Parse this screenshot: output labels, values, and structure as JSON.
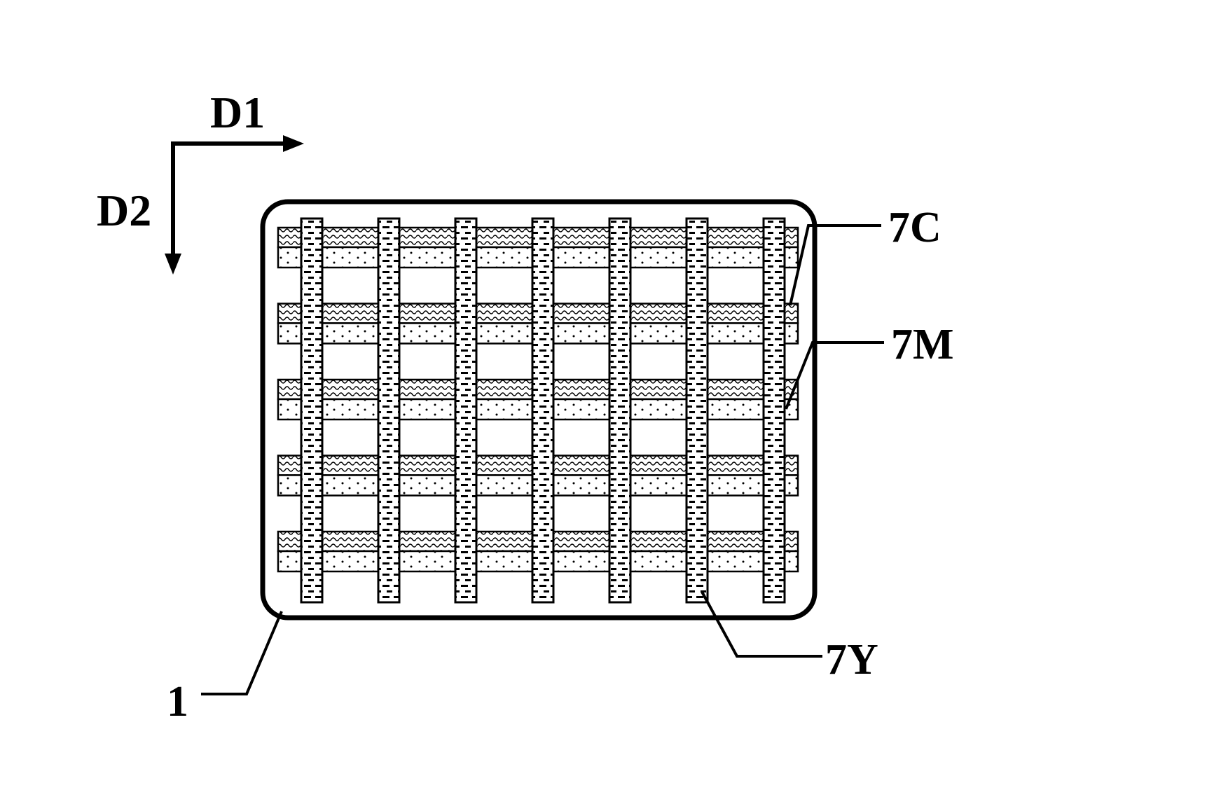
{
  "figure": {
    "background": "#ffffff",
    "ink": "#000000",
    "axes": {
      "horizontal_label": "D1",
      "vertical_label": "D2"
    },
    "labels": {
      "c": "7C",
      "m": "7M",
      "y": "7Y",
      "substrate": "1"
    },
    "grid": {
      "vertical_bars": 7,
      "stripe_groups": 5
    }
  }
}
